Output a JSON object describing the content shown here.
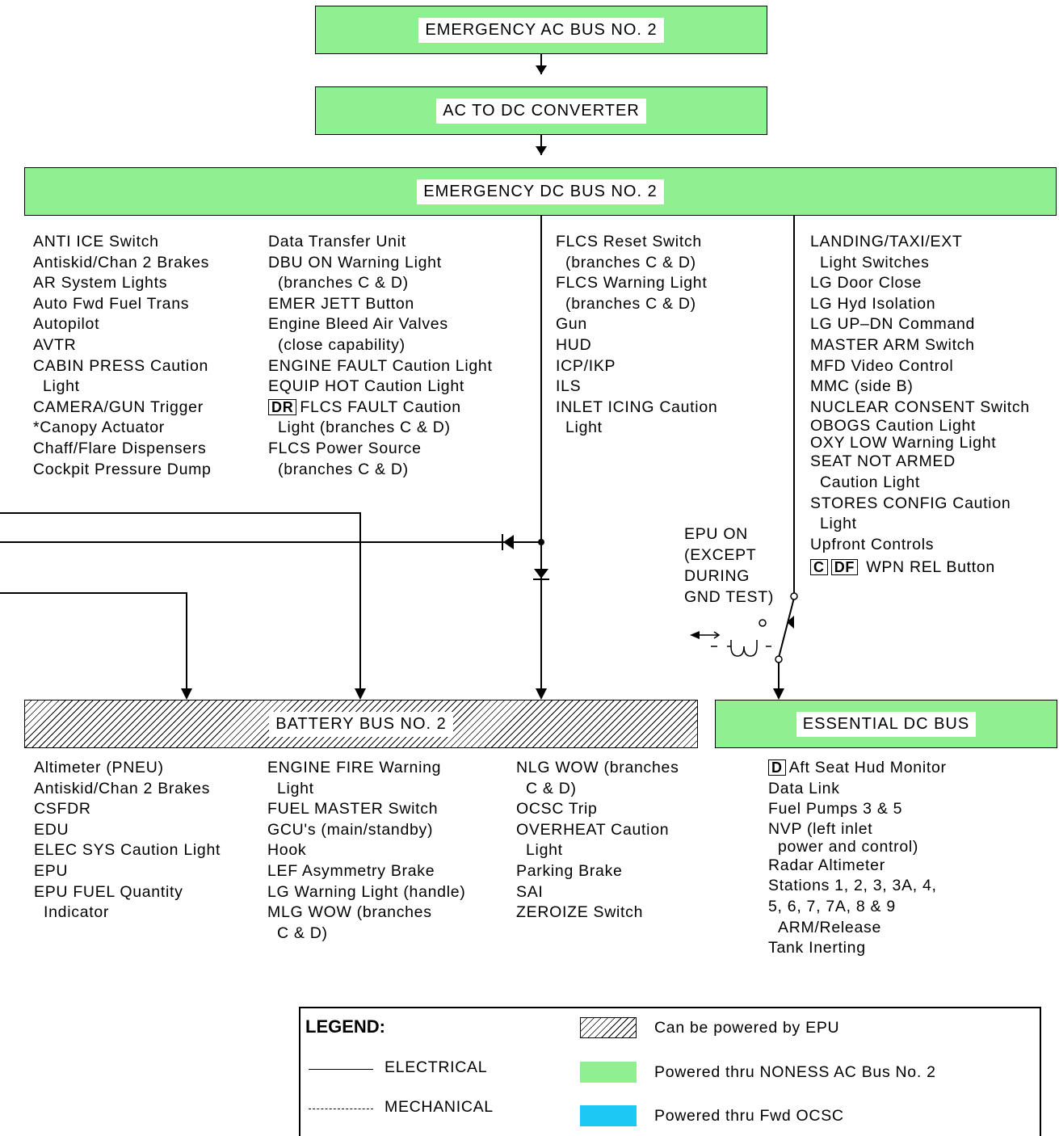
{
  "buses": {
    "emer_ac": "EMERGENCY AC BUS NO. 2",
    "converter": "AC TO DC CONVERTER",
    "emer_dc": "EMERGENCY DC BUS NO. 2",
    "battery": "BATTERY BUS NO. 2",
    "essential": "ESSENTIAL DC BUS"
  },
  "epu_note": [
    "EPU ON",
    "(EXCEPT",
    "DURING",
    "GND TEST)"
  ],
  "emer_dc_loads": [
    [
      "ANTI ICE Switch",
      "Antiskid/Chan 2 Brakes",
      "AR System Lights",
      "Auto Fwd Fuel Trans",
      "Autopilot",
      "AVTR",
      "CABIN PRESS Caution",
      "Light",
      "CAMERA/GUN Trigger",
      "*Canopy Actuator",
      "Chaff/Flare Dispensers",
      "Cockpit Pressure Dump"
    ],
    [
      "Data Transfer Unit",
      "DBU ON Warning Light",
      "(branches C & D)",
      "EMER JETT Button",
      "Engine Bleed Air Valves",
      "(close capability)",
      "ENGINE FAULT Caution Light",
      "EQUIP HOT Caution Light",
      "FLCS FAULT Caution",
      "Light (branches C & D)",
      "FLCS Power Source",
      "(branches C & D)"
    ],
    [
      "FLCS Reset Switch",
      "(branches C & D)",
      "FLCS Warning Light",
      "(branches C & D)",
      "Gun",
      "HUD",
      "ICP/IKP",
      "ILS",
      "INLET ICING Caution",
      "Light"
    ],
    [
      "LANDING/TAXI/EXT",
      "Light Switches",
      "LG Door Close",
      "LG Hyd Isolation",
      "LG UP–DN Command",
      "MASTER ARM Switch",
      "MFD Video Control",
      "MMC (side B)",
      "NUCLEAR CONSENT Switch",
      "OBOGS Caution Light",
      "OXY LOW Warning Light",
      "SEAT NOT ARMED",
      "Caution Light",
      "STORES CONFIG Caution",
      "Light",
      "Upfront Controls",
      "WPN REL Button"
    ]
  ],
  "battery_loads": [
    [
      "Altimeter (PNEU)",
      "Antiskid/Chan 2 Brakes",
      "CSFDR",
      "EDU",
      "ELEC SYS Caution Light",
      "EPU",
      "EPU FUEL Quantity",
      "Indicator"
    ],
    [
      "ENGINE FIRE Warning",
      "Light",
      "FUEL MASTER Switch",
      "GCU's (main/standby)",
      "Hook",
      "LEF Asymmetry Brake",
      "LG Warning Light (handle)",
      "MLG WOW (branches",
      "C & D)"
    ],
    [
      "NLG WOW (branches",
      "C & D)",
      "OCSC Trip",
      "OVERHEAT Caution",
      "Light",
      "Parking Brake",
      "SAI",
      "ZEROIZE Switch"
    ]
  ],
  "essential_loads": [
    "Aft Seat Hud Monitor",
    "Data Link",
    "Fuel Pumps 3 & 5",
    "NVP (left inlet",
    "power and control)",
    "Radar Altimeter",
    "Stations 1, 2, 3, 3A, 4,",
    "5, 6, 7, 7A, 8 & 9",
    "ARM/Release",
    "Tank Inerting"
  ],
  "badges": {
    "dr": "DR",
    "c": "C",
    "df": "DF",
    "d": "D"
  },
  "legend": {
    "title": "LEGEND:",
    "electrical": "ELECTRICAL",
    "mechanical": "MECHANICAL",
    "hatch": "Can be powered by EPU",
    "green": "Powered thru NONESS AC Bus No. 2",
    "blue": "Powered thru Fwd OCSC"
  },
  "colors": {
    "green": "#8ef08e",
    "blue": "#1ec8f5"
  }
}
